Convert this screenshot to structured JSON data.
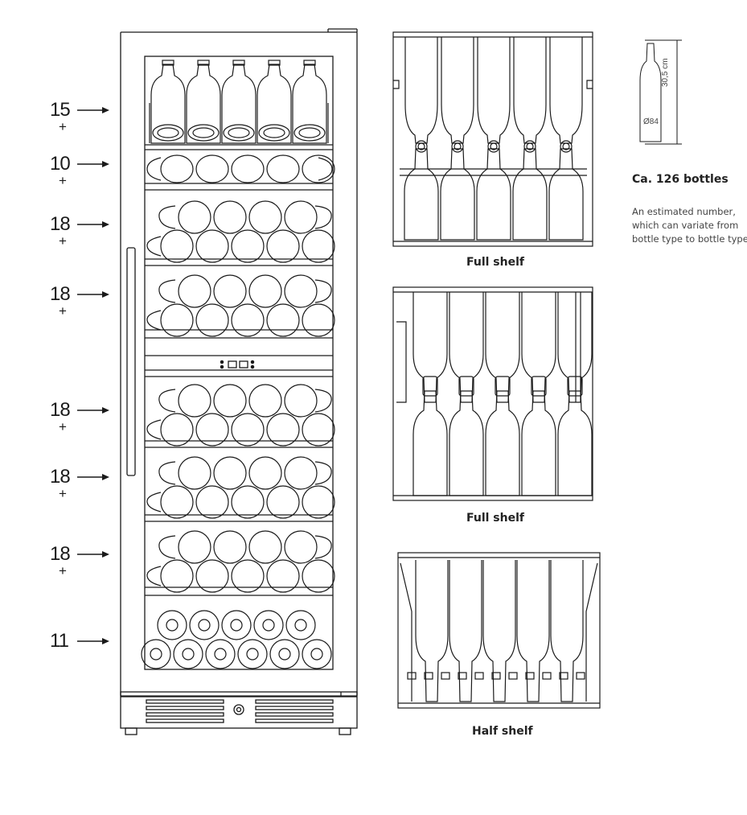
{
  "shelf_counts": [
    {
      "count": "15",
      "plus": "+"
    },
    {
      "count": "10",
      "plus": "+"
    },
    {
      "count": "18",
      "plus": "+"
    },
    {
      "count": "18",
      "plus": "+"
    },
    {
      "count": "18",
      "plus": "+"
    },
    {
      "count": "18",
      "plus": "+"
    },
    {
      "count": "18",
      "plus": "+"
    },
    {
      "count": "11",
      "plus": ""
    }
  ],
  "shelf_captions": {
    "full_shelf_1": "Full shelf",
    "full_shelf_2": "Full shelf",
    "half_shelf": "Half shelf"
  },
  "bottle_spec": {
    "height": "30,5 cm",
    "diameter": "Ø84"
  },
  "summary": {
    "title": "Ca. 126 bottles",
    "description": "An estimated number, which can variate from bottle type to bottle type"
  },
  "colors": {
    "line": "#1a1a1a",
    "background": "#ffffff"
  }
}
